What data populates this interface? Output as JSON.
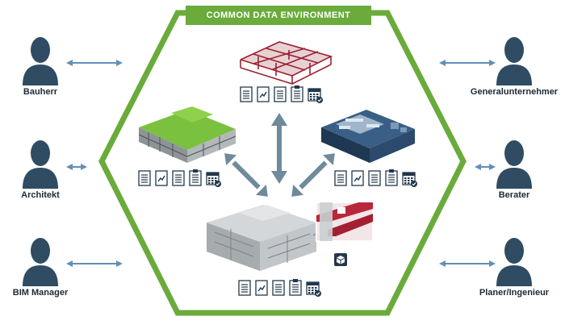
{
  "title": "COMMON DATA ENVIRONMENT",
  "colors": {
    "accent_green": "#6aab3b",
    "person_navy": "#2f4c63",
    "doc_navy": "#22384c",
    "arrow_slate": "#6f8a9a",
    "arrow_blue": "#5f90b8"
  },
  "stakeholders_left": [
    {
      "label": "Bauherr",
      "icon": "person-icon"
    },
    {
      "label": "Architekt",
      "icon": "person-icon"
    },
    {
      "label": "BIM Manager",
      "icon": "person-icon"
    }
  ],
  "stakeholders_right": [
    {
      "label": "Generalunternehmer",
      "icon": "person-icon"
    },
    {
      "label": "Berater",
      "icon": "person-icon"
    },
    {
      "label": "Planer/Ingenieur",
      "icon": "person-icon"
    }
  ],
  "models": [
    {
      "name": "structural-model",
      "icon": "red-wireframe-building"
    },
    {
      "name": "architecture-model",
      "icon": "green-roof-building"
    },
    {
      "name": "mep-model",
      "icon": "dark-blue-building"
    },
    {
      "name": "federated-model",
      "icon": "grey-building-with-detail"
    }
  ],
  "document_icons": [
    "document-icon",
    "chart-document-icon",
    "text-document-icon",
    "clipboard-icon",
    "calendar-check-icon"
  ]
}
